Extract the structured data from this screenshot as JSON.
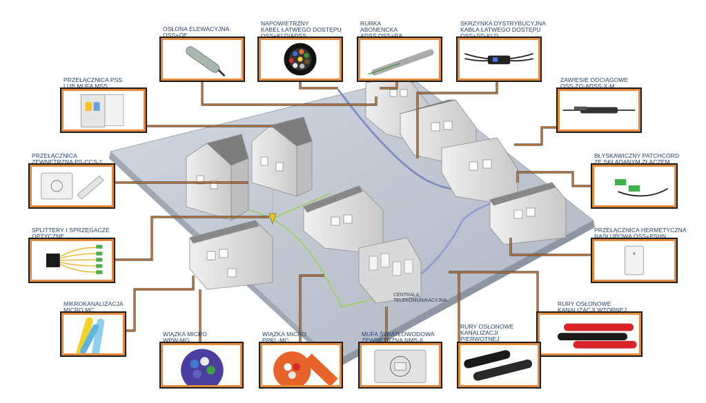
{
  "colors": {
    "wire_orange": "#e48a3c",
    "wire_dark": "#1a1a1a",
    "label_blue": "#1f3f6e",
    "board": "#c7ccd6"
  },
  "components": {
    "oslona": {
      "line1": "OSŁONA ELEWACYJNA",
      "line2": "OSS+OE",
      "icon": "enclosure-icon"
    },
    "kabel": {
      "line1": "NAPOWIETRZNY",
      "line2": "KABEL ŁATWEGO DOSTĘPU",
      "line3": "OSS+KLD/ADSS",
      "icon": "cable-cross-section-icon"
    },
    "rurka": {
      "line1": "RURKA",
      "line2": "ABONENCKA",
      "line3": "ADSS OSS+RA",
      "icon": "tube-icon"
    },
    "skrzynka": {
      "line1": "SKRZYNKA DYSTRYBUCYJNA",
      "line2": "KABLA ŁATWEGO DOSTĘPU",
      "line3": "OSS+SD-KLD",
      "icon": "distribution-box-icon"
    },
    "przelacznica_pss": {
      "line1": "PRZEŁĄCZNICA PSS",
      "line2": "LUB MUFA MSS",
      "icon": "cabinet-icon"
    },
    "zawiesie": {
      "line1": "ZAWIESIE ODCIĄGOWE",
      "line2": "OSS-ZO-ADSS-X-M",
      "icon": "clamp-icon"
    },
    "przelacznica_zew": {
      "line1": "PRZEŁĄCZNICA",
      "line2": "ZEWNĘTRZNA PS-CCS-1",
      "icon": "wall-box-icon"
    },
    "patchcord": {
      "line1": "BŁYSKAWICZNY PATCHCORD",
      "line2": "ZE SKŁADANYM ZŁĄCZEM",
      "icon": "connector-icon"
    },
    "splittery": {
      "line1": "SPLITTERY I SPRZĘGACZE",
      "line2": "OPTYCZNE",
      "icon": "splitter-icon"
    },
    "hermetyczna": {
      "line1": "PRZEŁĄCZNICA HERMETYCZNA",
      "line2": "NASŁUPOWA OSS+PSHN",
      "icon": "pole-box-icon"
    },
    "mikrokanal": {
      "line1": "MIKROKANALIZACJA",
      "line2": "MICRO MC",
      "icon": "microduct-icon"
    },
    "rury_wtorne": {
      "line1": "RURY OSŁONOWE",
      "line2": "KANALIZACJI WTÓRNEJ",
      "icon": "red-pipes-icon"
    },
    "wiazka_wpw": {
      "line1": "WIĄZKA MICRO",
      "line2": "WPW-MG",
      "icon": "bundle-icon"
    },
    "wiazka_ppkl": {
      "line1": "WIĄZKA MICRO",
      "line2": "PPKL-MC",
      "icon": "orange-bundle-icon"
    },
    "mufa": {
      "line1": "MUFA ŚWIATŁOWODOWA",
      "line2": "ZEWNĘTRZNA NMS-6",
      "icon": "splice-closure-icon"
    },
    "rury_pierwotne": {
      "line1": "RURY OSŁONOWE",
      "line2": "KANALIZACJI",
      "line3": "PIERWOTNEJ",
      "icon": "black-pipes-icon"
    }
  },
  "central": {
    "line1": "CENTRALA",
    "line2": "TELEKOMUNIKACYJNA"
  }
}
